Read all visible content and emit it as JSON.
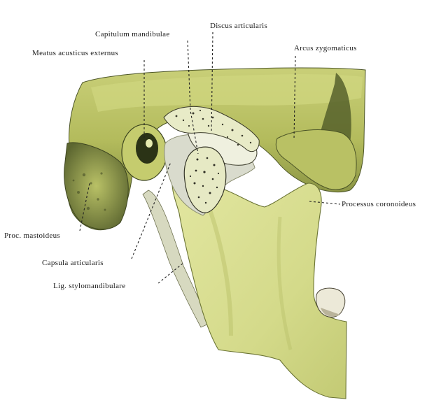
{
  "labels": {
    "capitulum": "Capitulum mandibulae",
    "discus": "Discus articularis",
    "meatus": "Meatus acusticus externus",
    "arcus": "Arcus zygomaticus",
    "processus": "Processus coronoideus",
    "mastoid": "Proc. mastoideus",
    "capsula": "Capsula articularis",
    "lig": "Lig. stylomandibulare"
  },
  "colors": {
    "bone": "#d6dc8a",
    "bone_light": "#e6eaa6",
    "bone_shadow": "#7f8a3e",
    "bone_dark": "#3f4a22",
    "cartilage": "#e7e9d2",
    "ligament": "#cfd2bb",
    "tooth": "#e9e6d6"
  }
}
